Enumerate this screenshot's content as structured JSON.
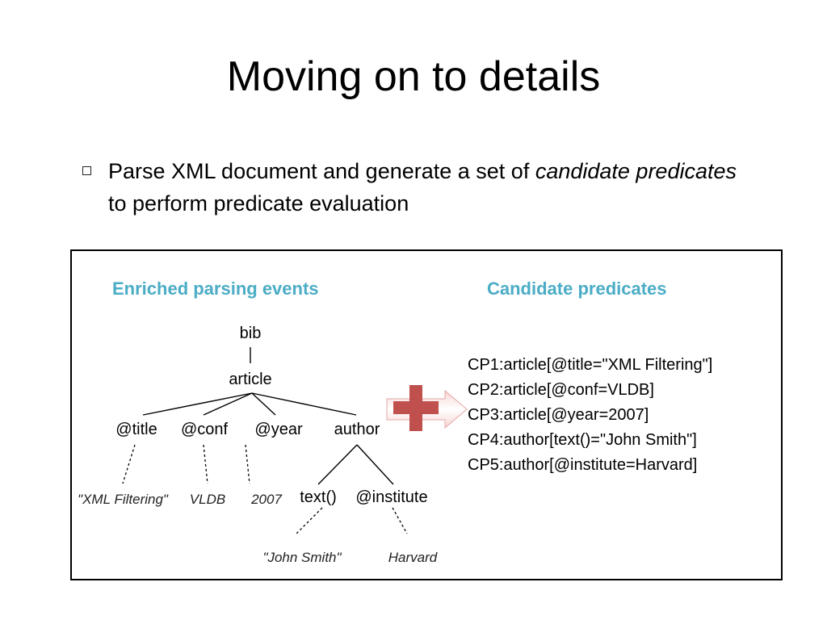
{
  "slide": {
    "title": "Moving on to details",
    "bullet": {
      "part1": "Parse XML document and generate a set of ",
      "emphasis": "candidate predicates",
      "part2": " to perform predicate evaluation"
    }
  },
  "panel": {
    "left_heading": "Enriched parsing events",
    "right_heading": "Candidate predicates",
    "heading_color": "#4bacc6",
    "tree": {
      "root": "bib",
      "child": "article",
      "article_children": [
        "@title",
        "@conf",
        "@year",
        "author"
      ],
      "author_children": [
        "text()",
        "@institute"
      ],
      "values": {
        "title": "\"XML Filtering\"",
        "conf": "VLDB",
        "year": "2007",
        "text": "\"John Smith\"",
        "institute": "Harvard"
      }
    },
    "arrow_icon": "red-plus-arrow-icon",
    "arrow_color": "#c0504d",
    "candidate_predicates": [
      "CP1:article[@title=\"XML Filtering\"]",
      "CP2:article[@conf=VLDB]",
      "CP3:article[@year=2007]",
      "CP4:author[text()=\"John Smith\"]",
      "CP5:author[@institute=Harvard]"
    ]
  }
}
